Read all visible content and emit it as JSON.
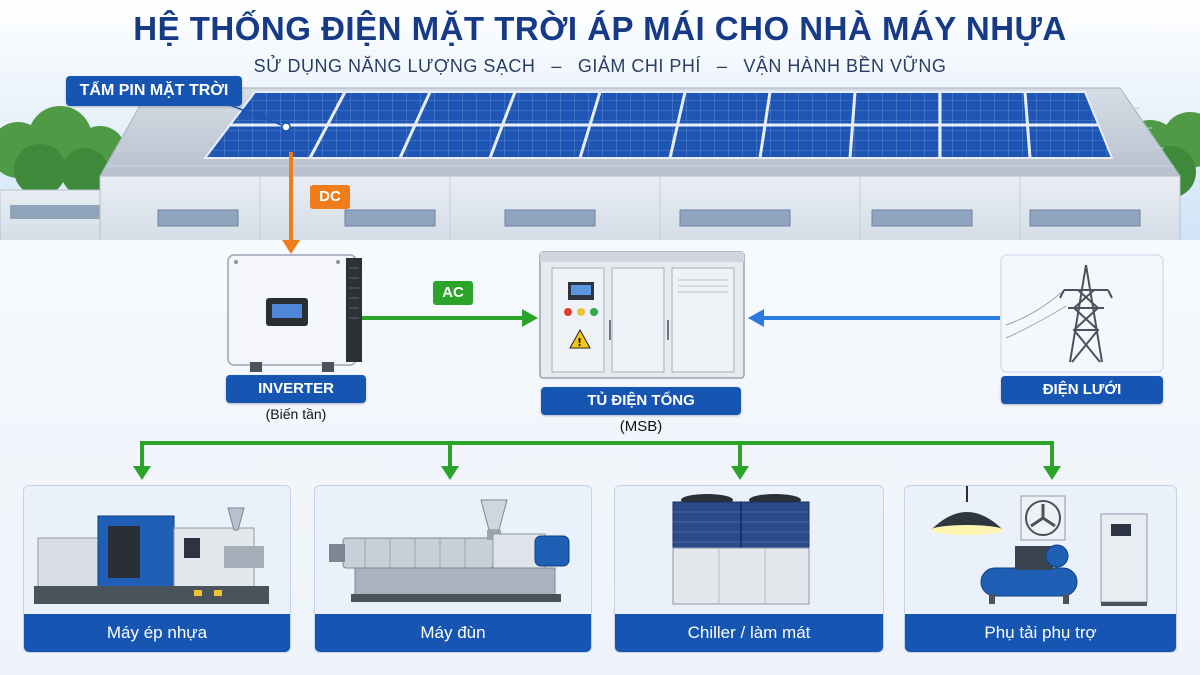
{
  "header": {
    "title": "HỆ THỐNG ĐIỆN MẶT TRỜI ÁP MÁI CHO NHÀ MÁY NHỰA",
    "subtitle_parts": [
      "SỬ DỤNG NĂNG LƯỢNG SẠCH",
      "GIẢM CHI PHÍ",
      "VẬN HÀNH BỀN VỮNG"
    ],
    "separator": "–"
  },
  "solar": {
    "label": "TẤM PIN MẶT TRỜI"
  },
  "flows": {
    "dc": "DC",
    "ac": "AC"
  },
  "inverter": {
    "label": "INVERTER",
    "sublabel": "(Biến tần)"
  },
  "msb": {
    "label": "TỦ ĐIỆN TỔNG",
    "sublabel": "(MSB)"
  },
  "grid": {
    "label": "ĐIỆN LƯỚI"
  },
  "loads": [
    {
      "label": "Máy ép nhựa"
    },
    {
      "label": "Máy đùn"
    },
    {
      "label": "Chiller / làm mát"
    },
    {
      "label": "Phụ tải phụ trợ"
    }
  ],
  "colors": {
    "title": "#173a86",
    "label_bg": "#1656b2",
    "dc_arrow": "#f07d1a",
    "ac_arrow": "#2aa52a",
    "grid_arrow": "#2b7be0",
    "distribution": "#2aa52a"
  }
}
